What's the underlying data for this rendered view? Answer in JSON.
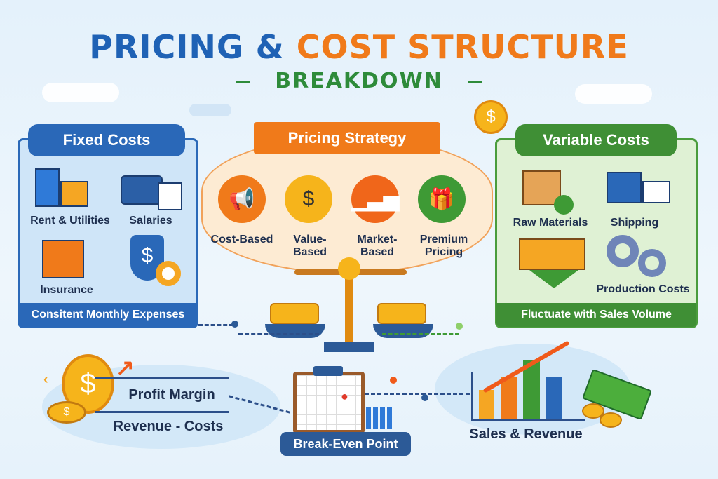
{
  "title": {
    "part1": "PRICING &",
    "part2": "COST STRUCTURE",
    "subtitle": "BREAKDOWN"
  },
  "colors": {
    "blue": "#1f62b5",
    "orange": "#f07a1a",
    "green": "#2e8b3a",
    "cream": "#fdebd3",
    "navy": "#2c5a97"
  },
  "fixed_costs": {
    "title": "Fixed Costs",
    "items": [
      {
        "label": "Rent & Utilities",
        "icon": "buildings-icon"
      },
      {
        "label": "Salaries",
        "icon": "briefcase-icon"
      },
      {
        "label": "Insurance",
        "icon": "office-building-icon"
      },
      {
        "label": "",
        "icon": "shield-gear-icon"
      }
    ],
    "footer": "Consitent Monthly Expenses"
  },
  "pricing_strategy": {
    "title": "Pricing Strategy",
    "items": [
      {
        "label": "Cost-Based",
        "icon": "megaphone-icon"
      },
      {
        "label": "Value-Based",
        "icon": "price-tag-icon"
      },
      {
        "label": "Market-Based",
        "icon": "bar-chart-icon"
      },
      {
        "label": "Premium Pricing",
        "icon": "gift-icon"
      }
    ]
  },
  "variable_costs": {
    "title": "Variable Costs",
    "items": [
      {
        "label": "Raw Materials",
        "icon": "box-icon"
      },
      {
        "label": "Shipping",
        "icon": "truck-icon"
      },
      {
        "label": "",
        "icon": "produce-crates-icon"
      },
      {
        "label": "Production Costs",
        "icon": "gears-icon"
      }
    ],
    "footer": "Fluctuate with Sales Volume"
  },
  "profit": {
    "title": "Profit Margin",
    "formula": "Revenue - Costs"
  },
  "break_even": {
    "label": "Break-Even Point"
  },
  "sales": {
    "label": "Sales & Revenue"
  }
}
